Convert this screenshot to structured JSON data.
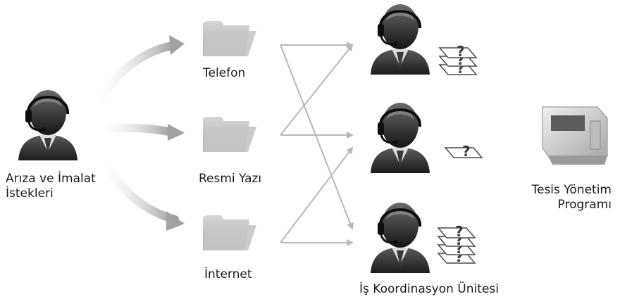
{
  "requester": {
    "label_line1": "Arıza ve İmalat",
    "label_line2": "İstekleri"
  },
  "channels": [
    {
      "label": "Telefon"
    },
    {
      "label": "Resmi Yazı"
    },
    {
      "label": "İnternet"
    }
  ],
  "coordination_unit": {
    "label": "İş Koordinasyon Ünitesi"
  },
  "management_system": {
    "label_line1": "Tesis Yönetim",
    "label_line2": "Programı"
  },
  "colors": {
    "person": "#2b2b2b",
    "person_highlight": "#8a8a8a",
    "folder": "#bcbcbc",
    "folder_dark": "#9c9c9c",
    "curved_arrow": "#b4b4b4",
    "straight_arrow": "#b8b8b8",
    "monitor": "#d4d4d4"
  }
}
